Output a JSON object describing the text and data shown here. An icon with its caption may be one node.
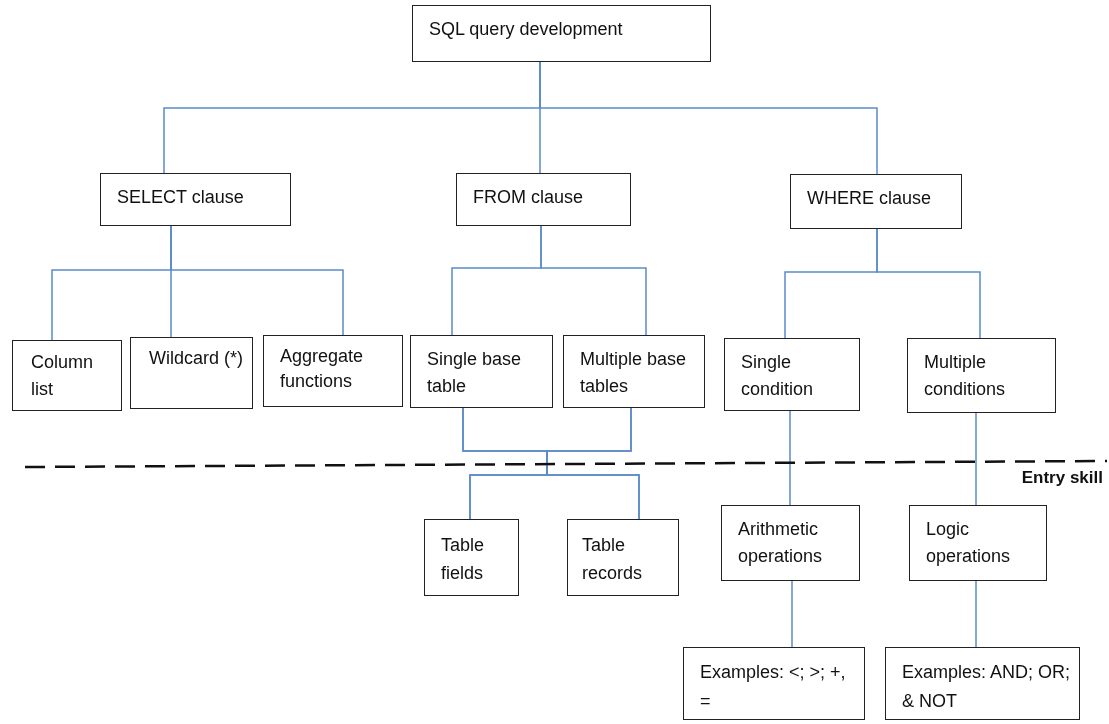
{
  "diagram": {
    "nodes": [
      {
        "text": [
          "SQL query development"
        ]
      },
      {
        "text": [
          "SELECT clause"
        ]
      },
      {
        "text": [
          "FROM clause"
        ]
      },
      {
        "text": [
          "WHERE clause"
        ]
      },
      {
        "text": [
          "Column list"
        ]
      },
      {
        "text": [
          "Wildcard (*)"
        ]
      },
      {
        "text": [
          "Aggregate functions"
        ]
      },
      {
        "text": [
          "Single base table"
        ]
      },
      {
        "text": [
          "Multiple base tables"
        ]
      },
      {
        "text": [
          "Single condition"
        ]
      },
      {
        "text": [
          "Multiple conditions"
        ]
      },
      {
        "text": [
          "Table fields"
        ]
      },
      {
        "text": [
          "Table records"
        ]
      },
      {
        "text": [
          "Arithmetic operations"
        ]
      },
      {
        "text": [
          "Logic operations"
        ]
      },
      {
        "text": [
          "Examples: <; >; +, ="
        ]
      },
      {
        "text": [
          "Examples: AND; OR;  & NOT"
        ]
      }
    ],
    "edges": [
      {
        "from": 0,
        "to": 1,
        "arrow": "none"
      },
      {
        "from": 0,
        "to": 2,
        "arrow": "none"
      },
      {
        "from": 0,
        "to": 3,
        "arrow": "none"
      },
      {
        "from": 1,
        "to": 4,
        "arrow": "none"
      },
      {
        "from": 1,
        "to": 5,
        "arrow": "none"
      },
      {
        "from": 1,
        "to": 6,
        "arrow": "none"
      },
      {
        "from": 2,
        "to": 7,
        "arrow": "none"
      },
      {
        "from": 2,
        "to": 8,
        "arrow": "none"
      },
      {
        "from": 3,
        "to": 9,
        "arrow": "none"
      },
      {
        "from": 3,
        "to": 10,
        "arrow": "none"
      },
      {
        "from": 7,
        "to": 11,
        "arrow": "none"
      },
      {
        "from": 7,
        "to": 12,
        "arrow": "none"
      },
      {
        "from": 8,
        "to": 11,
        "arrow": "none"
      },
      {
        "from": 8,
        "to": 12,
        "arrow": "none"
      },
      {
        "from": 9,
        "to": 13,
        "arrow": "none"
      },
      {
        "from": 10,
        "to": 14,
        "arrow": "none"
      },
      {
        "from": 13,
        "to": 15,
        "arrow": "none"
      },
      {
        "from": 14,
        "to": 16,
        "arrow": "none"
      }
    ],
    "labels": [
      "Entry skill"
    ]
  }
}
